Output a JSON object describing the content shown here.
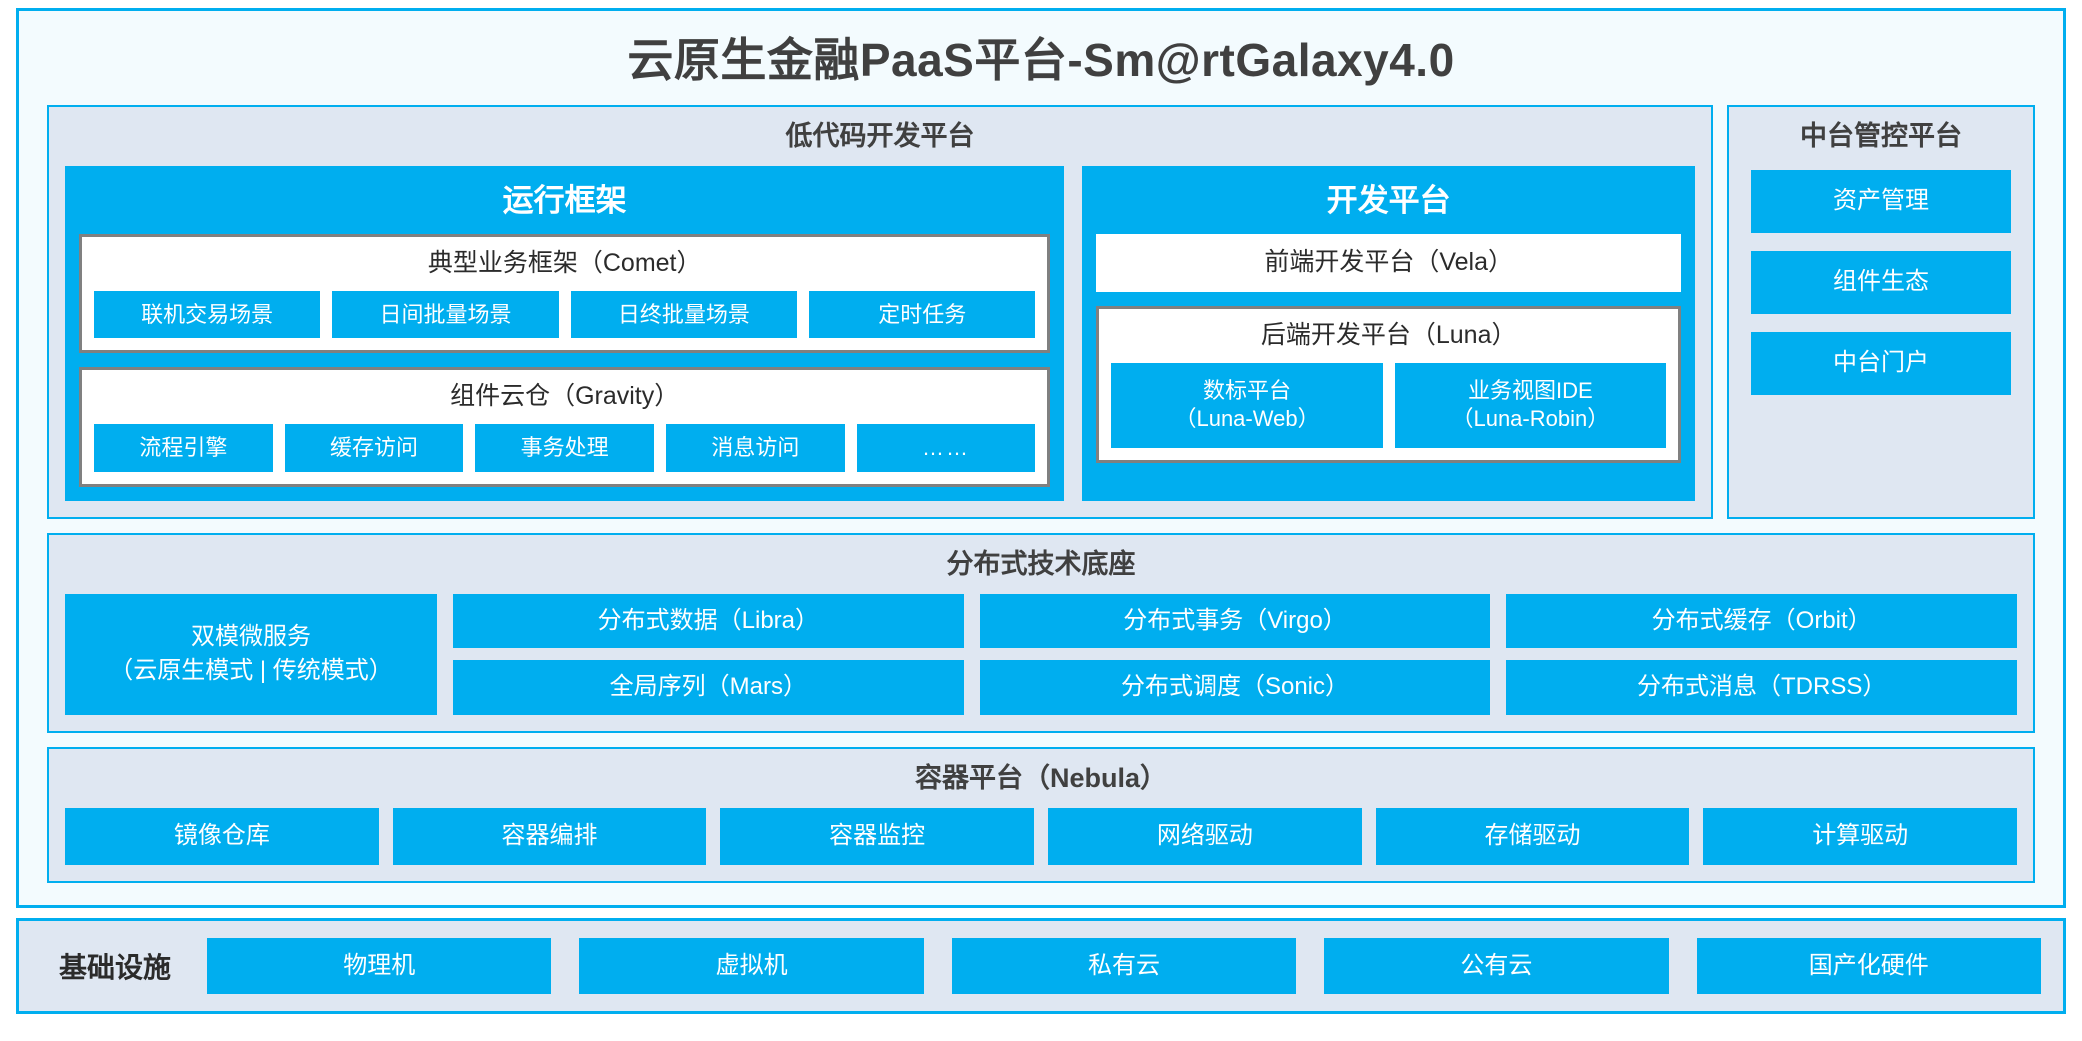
{
  "title": "云原生金融PaaS平台-Sm@rtGalaxy4.0",
  "colors": {
    "accent_blue": "#00AEEF",
    "panel_bg": "#DFE7F2",
    "frame_bg": "#F3FBFE",
    "box_border_gray": "#808080",
    "text_dark": "#404040"
  },
  "lowcode": {
    "title": "低代码开发平台",
    "runtime": {
      "title": "运行框架",
      "comet": {
        "title": "典型业务框架（Comet）",
        "items": [
          "联机交易场景",
          "日间批量场景",
          "日终批量场景",
          "定时任务"
        ]
      },
      "gravity": {
        "title": "组件云仓（Gravity）",
        "items": [
          "流程引擎",
          "缓存访问",
          "事务处理",
          "消息访问",
          "……"
        ]
      }
    },
    "devplat": {
      "title": "开发平台",
      "frontend": "前端开发平台（Vela）",
      "backend": {
        "title": "后端开发平台（Luna）",
        "items": [
          "数标平台\n（Luna-Web）",
          "业务视图IDE\n（Luna-Robin）"
        ]
      }
    }
  },
  "mgmt": {
    "title": "中台管控平台",
    "items": [
      "资产管理",
      "组件生态",
      "中台门户"
    ]
  },
  "tech": {
    "title": "分布式技术底座",
    "wide": "双模微服务\n（云原生模式 | 传统模式）",
    "columns": [
      [
        "分布式数据（Libra）",
        "全局序列（Mars）"
      ],
      [
        "分布式事务（Virgo）",
        "分布式调度（Sonic）"
      ],
      [
        "分布式缓存（Orbit）",
        "分布式消息（TDRSS）"
      ]
    ]
  },
  "container": {
    "title": "容器平台（Nebula）",
    "items": [
      "镜像仓库",
      "容器编排",
      "容器监控",
      "网络驱动",
      "存储驱动",
      "计算驱动"
    ]
  },
  "infra": {
    "label": "基础设施",
    "items": [
      "物理机",
      "虚拟机",
      "私有云",
      "公有云",
      "国产化硬件"
    ]
  }
}
